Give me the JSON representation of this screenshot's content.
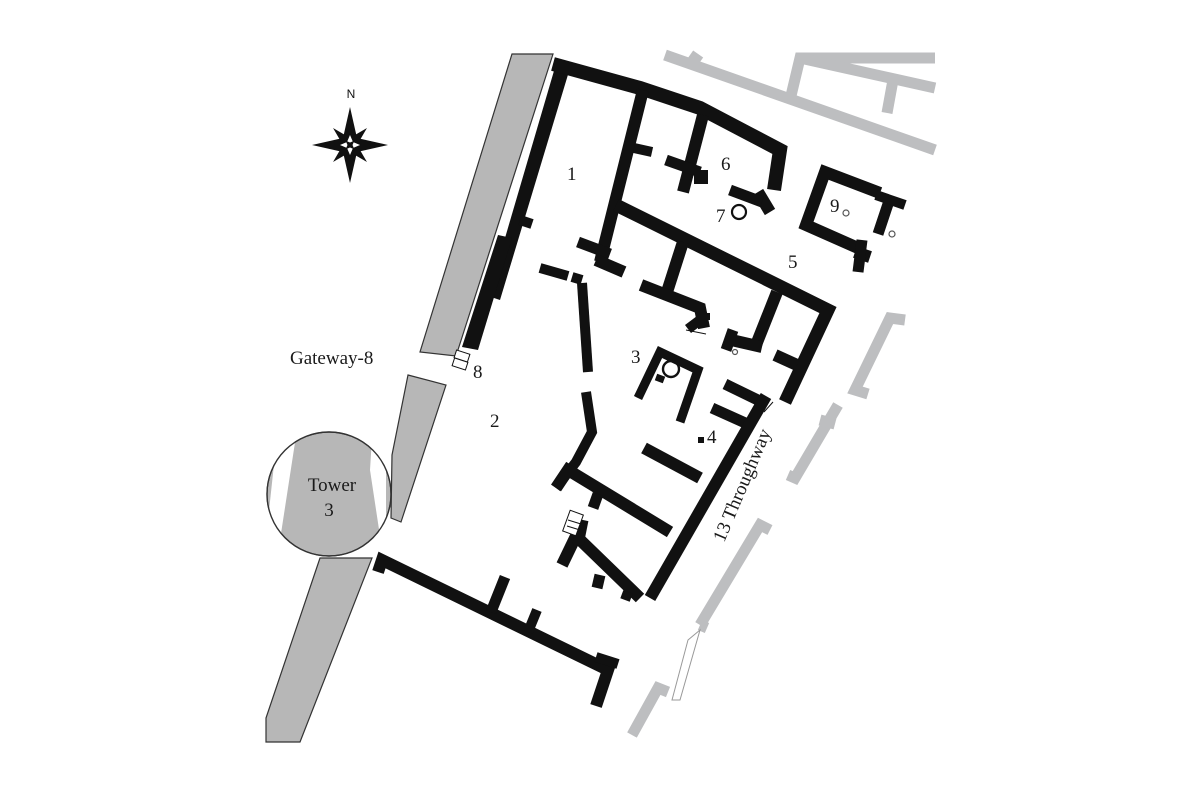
{
  "map": {
    "type": "archaeological site plan",
    "compass": {
      "label": "N",
      "icon": "compass-rose-icon"
    },
    "colors": {
      "walls": "#111111",
      "fortification": "#b7b7b7",
      "street_walls": "#bdbec0",
      "background": "#ffffff"
    },
    "labels": {
      "gateway": "Gateway-8",
      "tower_line1": "Tower",
      "tower_line2": "3",
      "throughway": "13 Throughway",
      "room1": "1",
      "room2": "2",
      "room3": "3",
      "room4": "4",
      "room5": "5",
      "room6": "6",
      "room7": "7",
      "room8": "8",
      "room9": "9"
    }
  }
}
